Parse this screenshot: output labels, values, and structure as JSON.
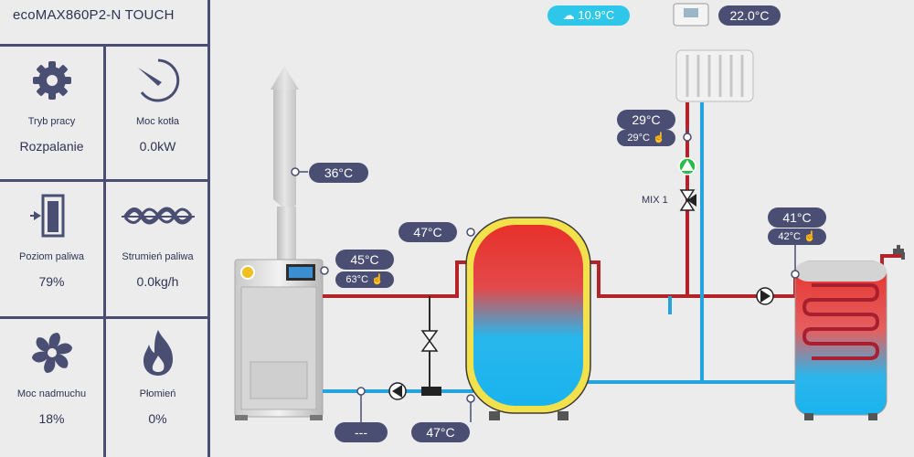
{
  "app": {
    "title": "ecoMAX860P2-N TOUCH"
  },
  "colors": {
    "frame": "#4a4e72",
    "hot_pipe": "#b3232a",
    "cold_pipe": "#25a3dd",
    "pump": "#2dbd4a",
    "weather": "#2ec7ea"
  },
  "tiles": [
    {
      "label": "Tryb pracy",
      "value": "Rozpalanie",
      "icon": "gear-icon"
    },
    {
      "label": "Moc kotła",
      "value": "0.0kW",
      "icon": "gauge-icon"
    },
    {
      "label": "Poziom paliwa",
      "value": "79%",
      "icon": "fuel-level-icon"
    },
    {
      "label": "Strumień paliwa",
      "value": "0.0kg/h",
      "icon": "auger-icon"
    },
    {
      "label": "Moc nadmuchu",
      "value": "18%",
      "icon": "fan-icon"
    },
    {
      "label": "Płomień",
      "value": "0%",
      "icon": "flame-icon"
    }
  ],
  "diagram": {
    "weather": {
      "temp": "10.9°C",
      "icon": "cloud-icon"
    },
    "room_thermostat": {
      "temp": "22.0°C",
      "icon": "thermostat-icon"
    },
    "flue": {
      "temp": "36°C"
    },
    "boiler": {
      "temp": "45°C",
      "setpoint": "63°C",
      "icon": "boiler-icon"
    },
    "buffer": {
      "top_temp": "47°C",
      "bottom_temp": "47°C"
    },
    "return": {
      "temp": "---"
    },
    "mixer": {
      "label": "MIX 1",
      "temp": "29°C",
      "setpoint": "29°C"
    },
    "dhw": {
      "temp": "41°C",
      "setpoint": "42°C"
    }
  }
}
